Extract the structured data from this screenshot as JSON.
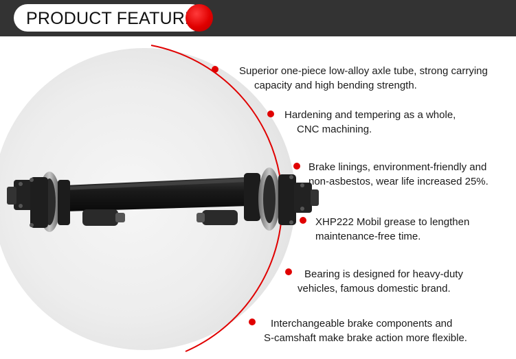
{
  "header": {
    "title": "PRODUCT FEATURES"
  },
  "colors": {
    "accent": "#e00000",
    "header_bg": "#333333",
    "circle_bg": "#ececec"
  },
  "image": {
    "subject": "truck axle"
  },
  "features": [
    {
      "line1": "Superior one-piece low-alloy axle tube, strong carrying",
      "line2": "capacity and high bending strength."
    },
    {
      "line1": "Hardening and tempering as a whole,",
      "line2": "CNC machining."
    },
    {
      "line1": "Brake linings, environment-friendly and",
      "line2": "non-asbestos, wear life increased 25%."
    },
    {
      "line1": "XHP222 Mobil grease to lengthen",
      "line2": "maintenance-free time."
    },
    {
      "line1": "Bearing is designed for heavy-duty",
      "line2": "vehicles, famous domestic brand."
    },
    {
      "line1": "Interchangeable brake components and",
      "line2": "S-camshaft make brake action more flexible."
    }
  ]
}
